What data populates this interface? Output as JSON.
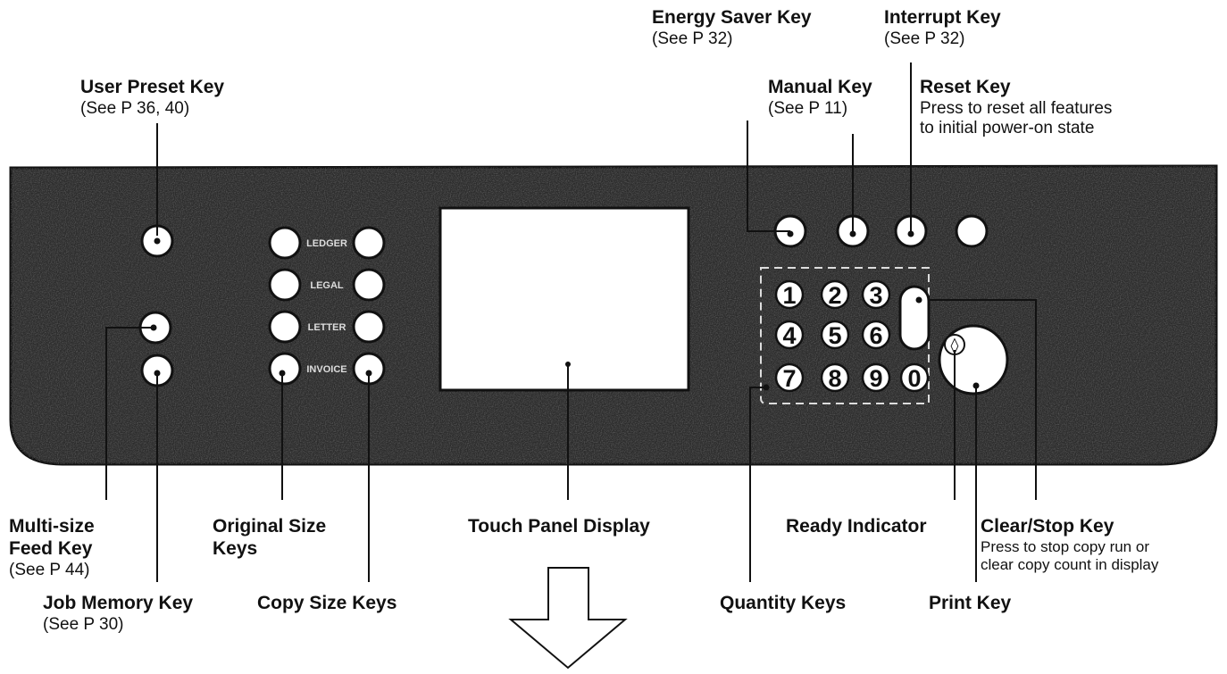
{
  "labels": {
    "energy_saver": {
      "title": "Energy Saver Key",
      "sub": "(See P 32)"
    },
    "interrupt": {
      "title": "Interrupt Key",
      "sub": "(See P 32)"
    },
    "user_preset": {
      "title": "User Preset Key",
      "sub": "(See P 36, 40)"
    },
    "manual": {
      "title": "Manual Key",
      "sub": "(See P 11)"
    },
    "reset": {
      "title": "Reset Key",
      "line1": "Press to reset all features",
      "line2": "to initial power-on state"
    },
    "multi_size": {
      "line1": "Multi-size",
      "line2": "Feed Key",
      "sub": "(See P 44)"
    },
    "original_size": {
      "line1": "Original Size",
      "line2": "Keys"
    },
    "touch_panel": {
      "title": "Touch Panel Display"
    },
    "ready": {
      "title": "Ready Indicator"
    },
    "clear_stop": {
      "title": "Clear/Stop Key",
      "line1": "Press to stop copy run or",
      "line2": "clear copy count in display"
    },
    "job_memory": {
      "title": "Job Memory Key",
      "sub": "(See P 30)"
    },
    "copy_size": {
      "title": "Copy Size Keys"
    },
    "quantity": {
      "title": "Quantity Keys"
    },
    "print": {
      "title": "Print Key"
    }
  },
  "panel": {
    "size_keys": [
      "LEDGER",
      "LEGAL",
      "LETTER",
      "INVOICE"
    ],
    "numbers": [
      "1",
      "2",
      "3",
      "4",
      "5",
      "6",
      "7",
      "8",
      "9",
      "0"
    ],
    "print_symbol": "◊"
  }
}
